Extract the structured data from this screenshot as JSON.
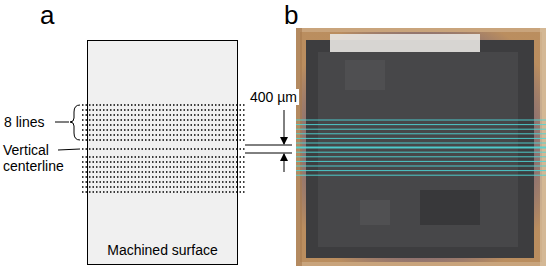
{
  "diagram": {
    "nodes": [
      {
        "text": [
          "Machined surface"
        ]
      }
    ],
    "labels": [
      "a",
      "b",
      "8 lines",
      "Vertical centerline",
      "400 µm"
    ]
  }
}
